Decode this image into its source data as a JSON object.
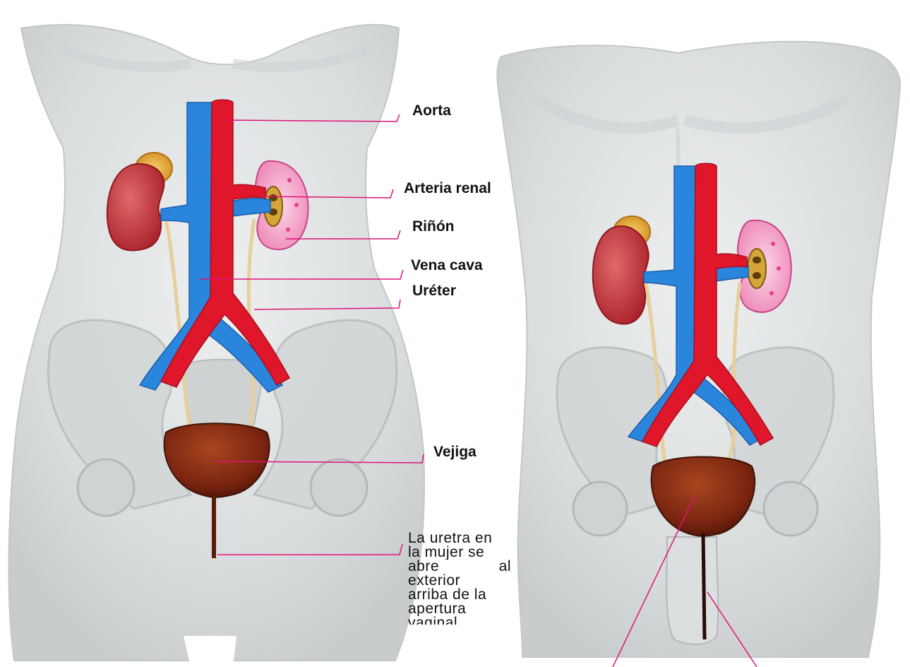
{
  "labels": {
    "aorta": "Aorta",
    "arteria_renal": "Arteria renal",
    "rinon": "Riñón",
    "vena_cava": "Vena cava",
    "ureter": "Uréter",
    "vejiga": "Vejiga"
  },
  "caption": {
    "line1": "La uretra en",
    "line2": "la mujer se",
    "line3a": "abre",
    "line3b": "al",
    "line4": "exterior",
    "line5": "arriba de la",
    "line6": "apertura",
    "line7": "vaginal"
  },
  "colors": {
    "leader_line": "#e0127a",
    "artery": "#e0162b",
    "vein": "#1f7ed8",
    "kidney": "#c6303a",
    "kidney_section": "#f3a6c8",
    "bladder": "#8a2a12",
    "ureter": "#e7cf9a",
    "body": "#e4e6e7"
  }
}
